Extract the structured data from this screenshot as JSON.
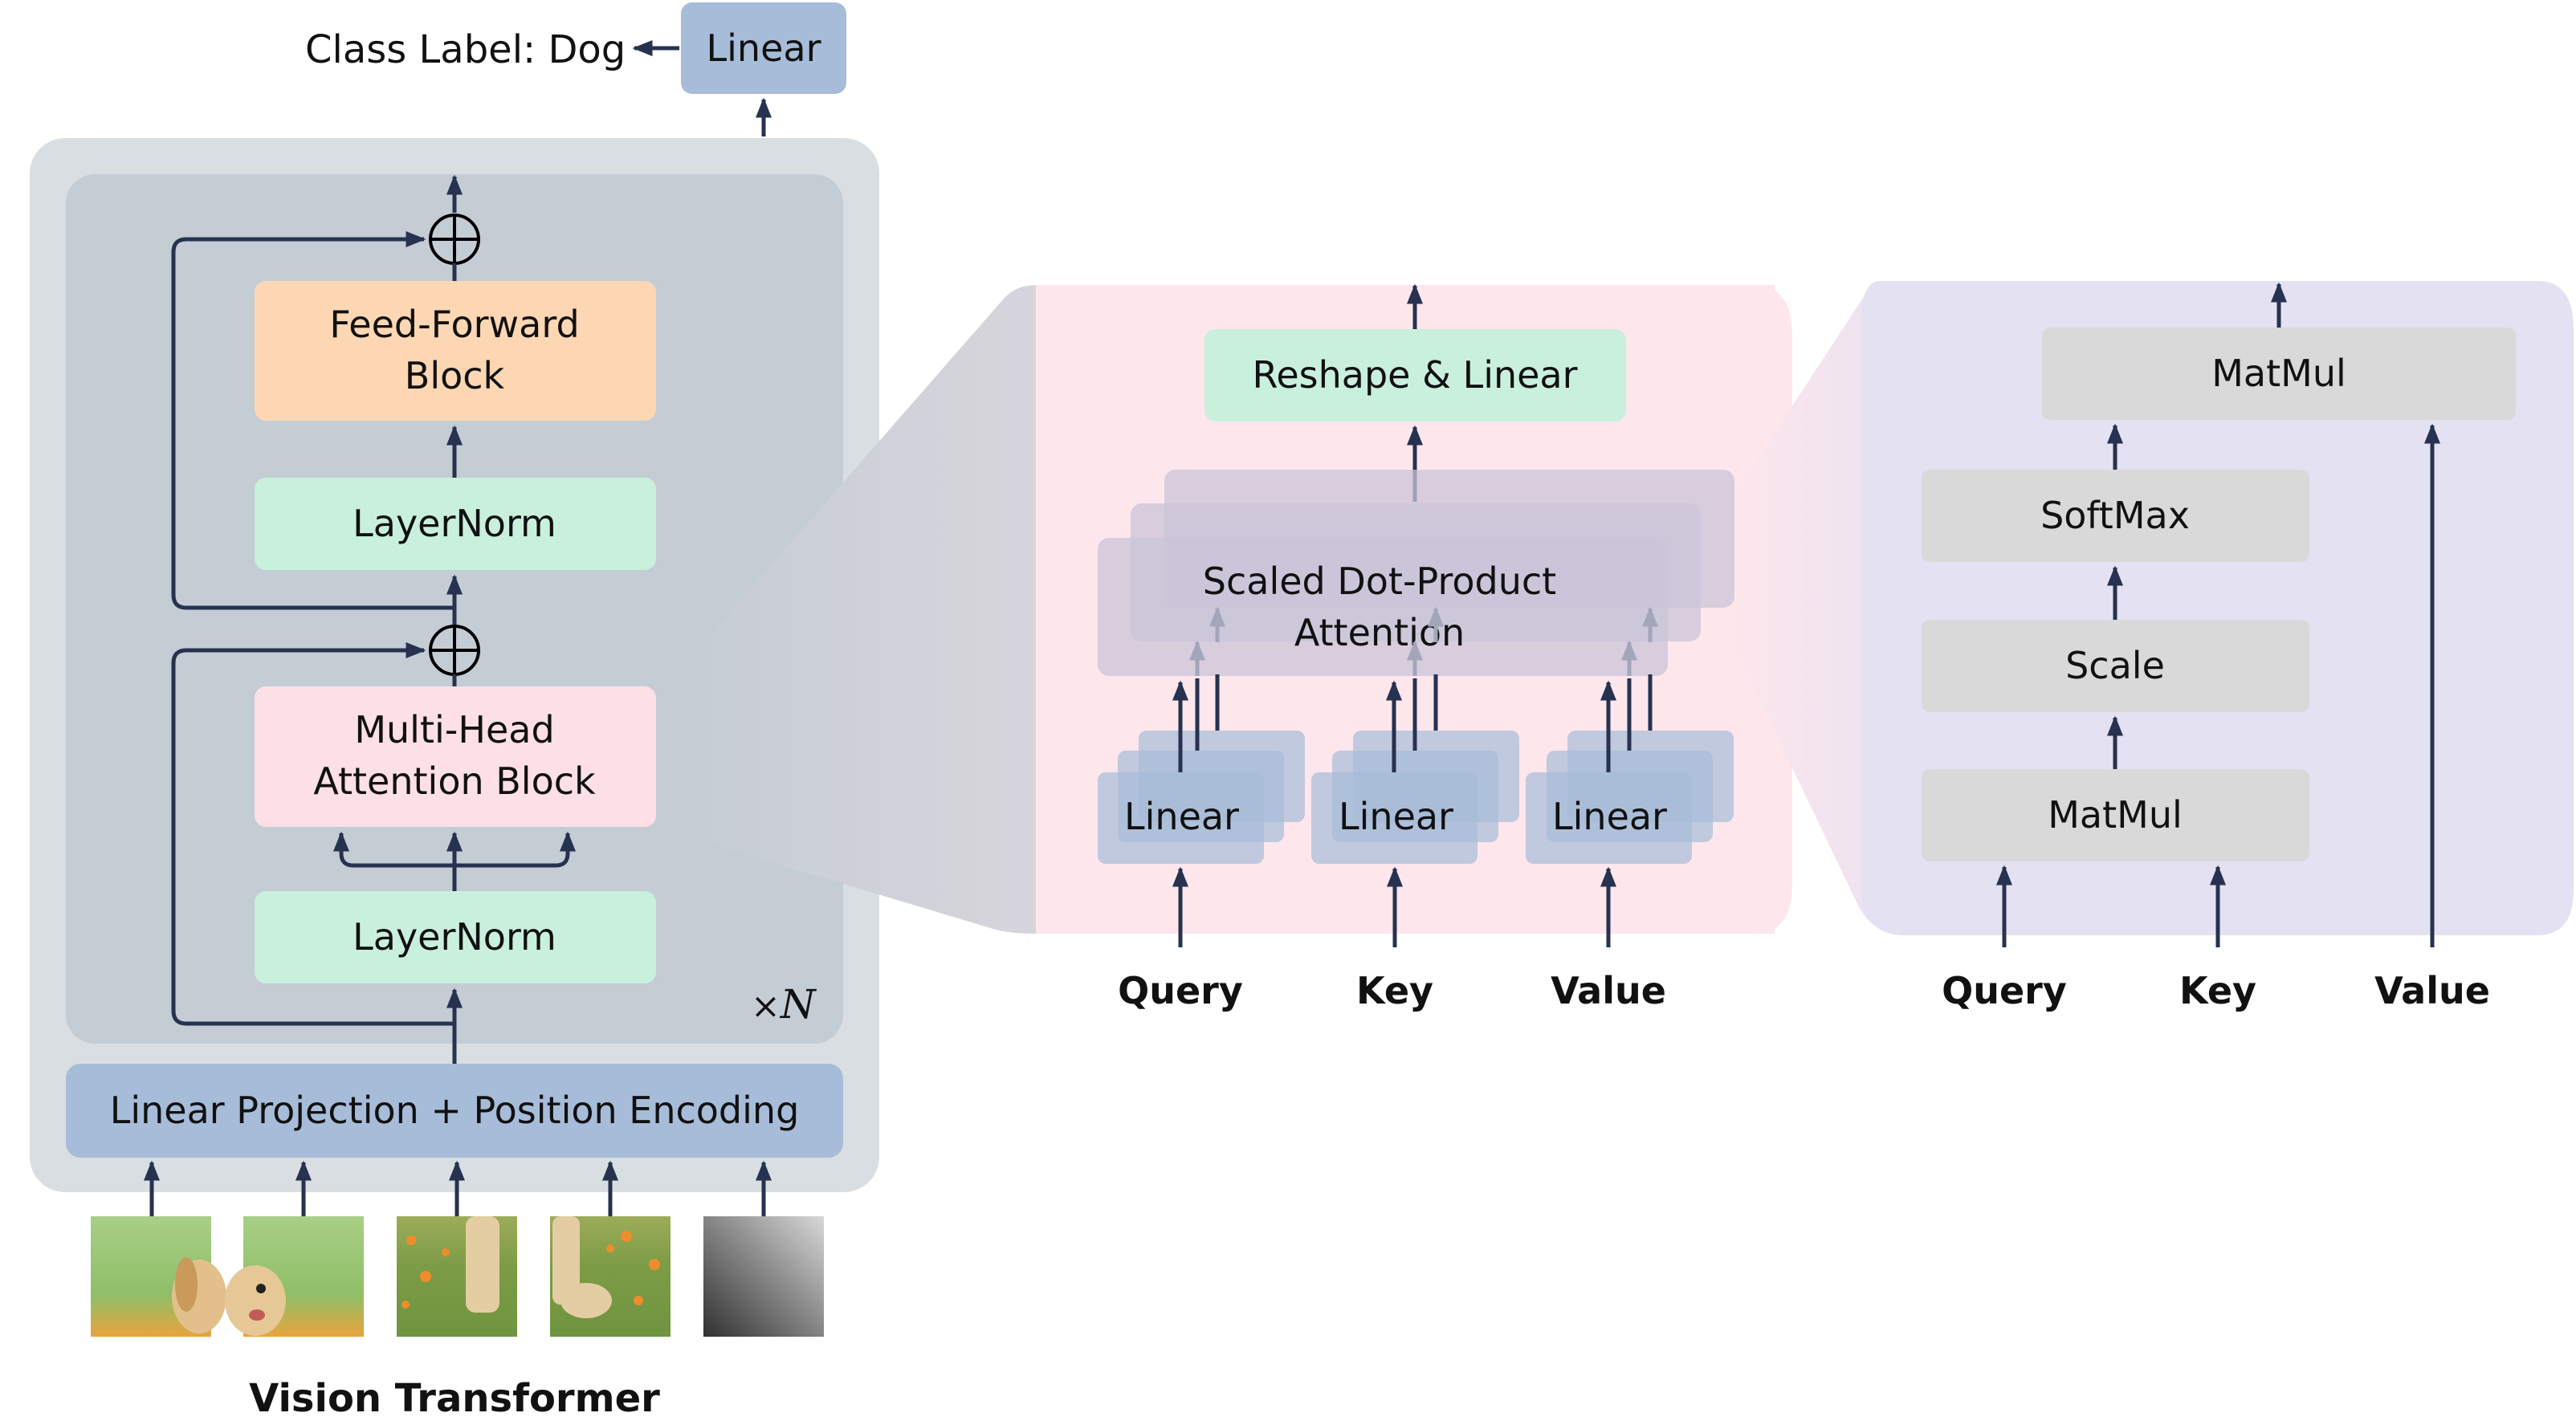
{
  "colors": {
    "arrow": "#26324f",
    "linear_blue": "#a7bcd9",
    "layernorm_green": "#c9f0dd",
    "feedforward_orange": "#fdd7b3",
    "attention_pink": "#fce0e6",
    "vit_outer": "#d9dee2",
    "vit_inner": "#c4ccd4",
    "mha_panel": "#fde6ec",
    "sdpa_panel": "#e4e1f3",
    "sdpa_op_gray": "#d9d9d9",
    "sdpa_stack": "#c9c4d8"
  },
  "vit": {
    "title": "Vision Transformer",
    "output_label": "Class Label: Dog",
    "head": "Linear",
    "ffn": [
      "Feed-Forward",
      "Block"
    ],
    "layernorm_top": "LayerNorm",
    "mha": [
      "Multi-Head",
      "Attention Block"
    ],
    "layernorm_bottom": "LayerNorm",
    "repeat_times": "×",
    "repeat_n": "N",
    "embedding": "Linear Projection + Position Encoding",
    "patches": [
      {
        "name": "patch-1",
        "desc": "dog ear on grass"
      },
      {
        "name": "patch-2",
        "desc": "dog face on grass"
      },
      {
        "name": "patch-3",
        "desc": "dog leg on grass with flowers"
      },
      {
        "name": "patch-4",
        "desc": "dog paw on grass with flowers"
      },
      {
        "name": "patch-5",
        "desc": "gray gradient (class token)"
      }
    ]
  },
  "mha": {
    "output": "Reshape & Linear",
    "sdpa": [
      "Scaled Dot-Product",
      "Attention"
    ],
    "linear": "Linear",
    "inputs": [
      "Query",
      "Key",
      "Value"
    ]
  },
  "sdpa": {
    "matmul_top": "MatMul",
    "softmax": "SoftMax",
    "scale": "Scale",
    "matmul_bottom": "MatMul",
    "inputs": [
      "Query",
      "Key",
      "Value"
    ]
  }
}
